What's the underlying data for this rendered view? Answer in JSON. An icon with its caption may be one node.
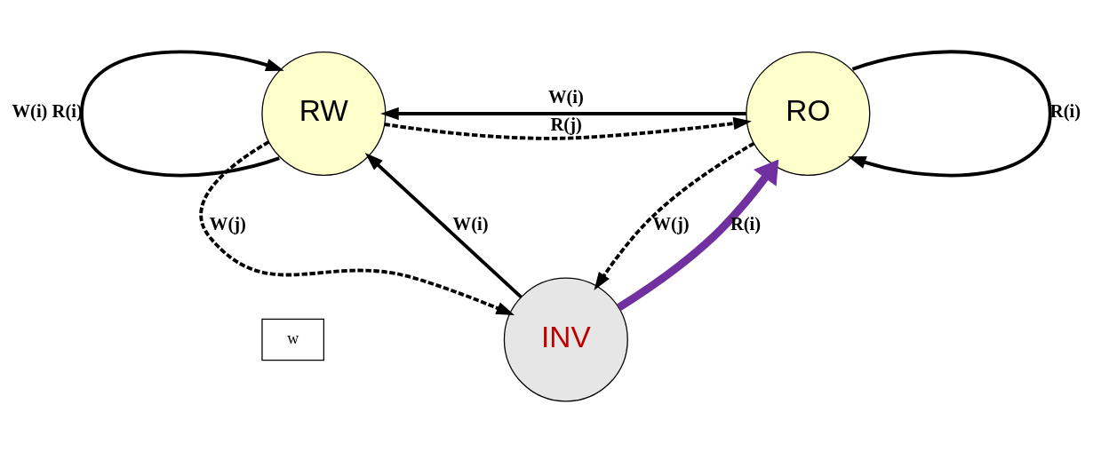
{
  "diagram": {
    "nodes": [
      {
        "text": [
          "w"
        ]
      },
      {
        "text": [
          "RW"
        ]
      },
      {
        "text": [
          "RO"
        ]
      },
      {
        "text": [
          "INV"
        ]
      }
    ],
    "edges": [
      {
        "from": 1,
        "to": 1,
        "arrow": "to",
        "label": "W(i) R(i)"
      },
      {
        "from": 2,
        "to": 1,
        "arrow": "to",
        "label": "W(i)"
      },
      {
        "from": 1,
        "to": 2,
        "arrow": "to",
        "label": "R(j)",
        "style": "dashed"
      },
      {
        "from": 2,
        "to": 2,
        "arrow": "to",
        "label": "R(i)"
      },
      {
        "from": 1,
        "to": 3,
        "arrow": "to",
        "label": "W(j)",
        "style": "dashed"
      },
      {
        "from": 2,
        "to": 3,
        "arrow": "to",
        "label": "W(j)",
        "style": "dashed"
      },
      {
        "from": 3,
        "to": 1,
        "arrow": "to",
        "label": "W(i)"
      },
      {
        "from": 3,
        "to": 2,
        "arrow": "to",
        "label": "R(i)",
        "style": "thick",
        "color": "#7030a0"
      }
    ]
  }
}
